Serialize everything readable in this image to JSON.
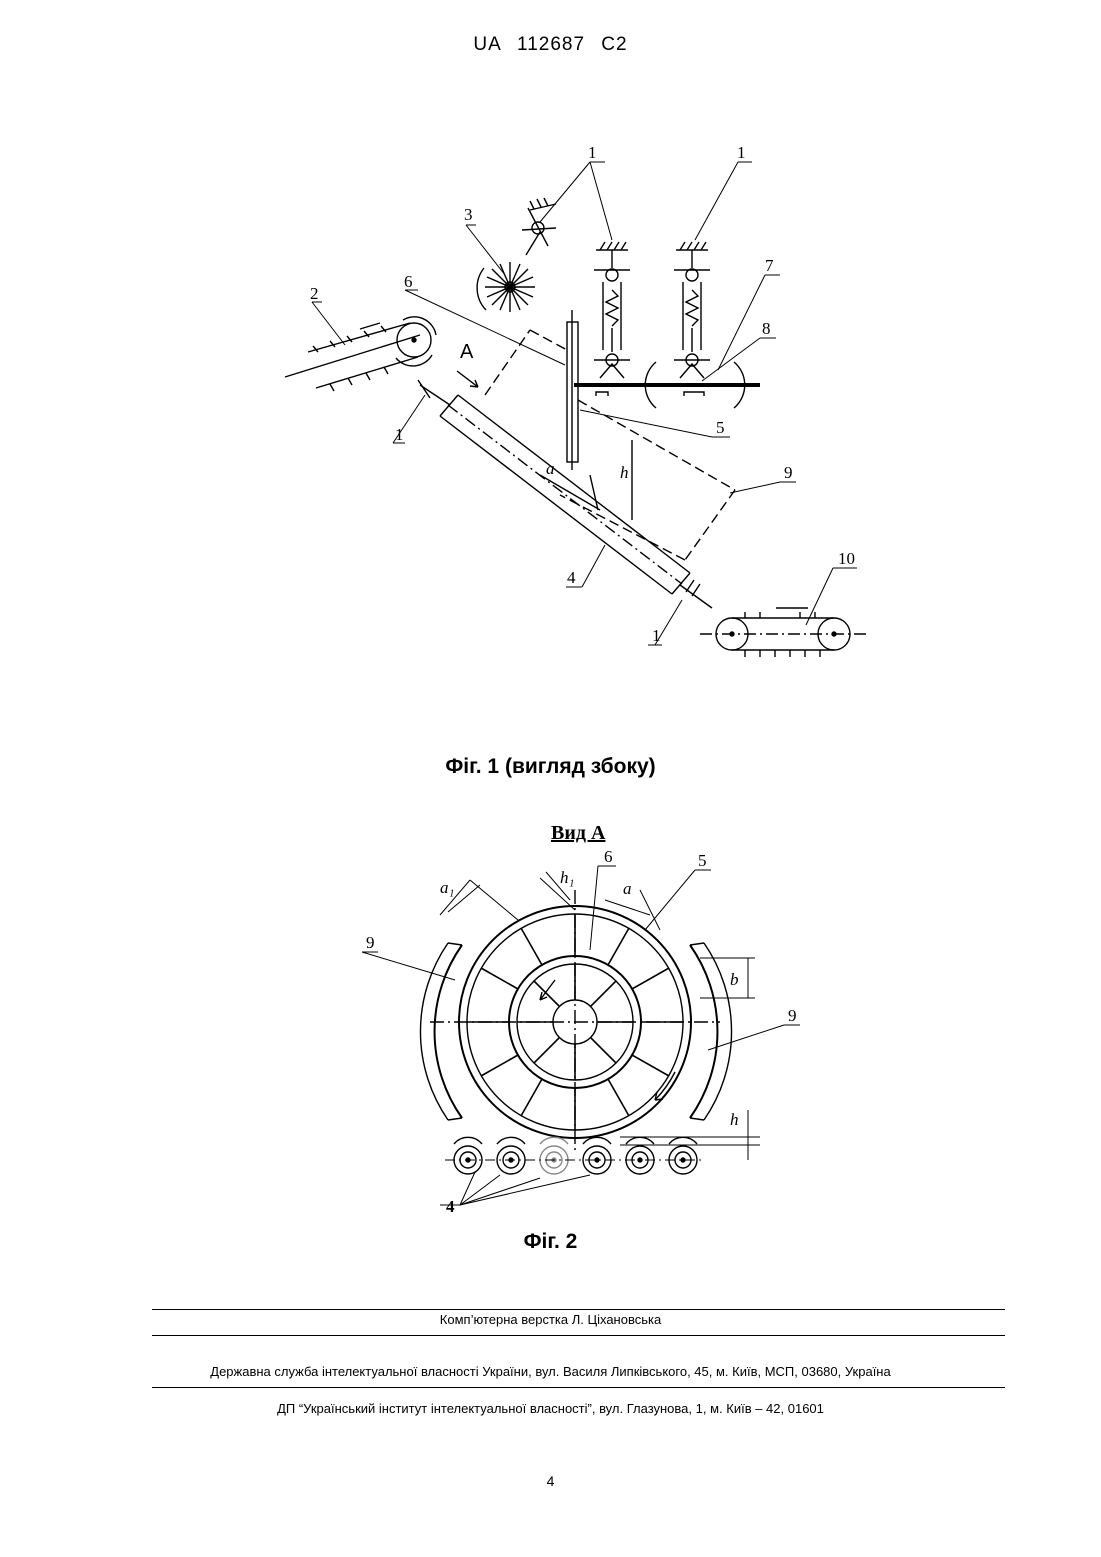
{
  "header": {
    "patent": "UA 112687 C2"
  },
  "figure1": {
    "caption": "Фіг. 1 (вигляд збоку)",
    "labels": {
      "l1a": "1",
      "l1b": "1",
      "l1c": "1",
      "l1d": "1",
      "l2": "2",
      "l3": "3",
      "l4": "4",
      "l5": "5",
      "l6": "6",
      "l7": "7",
      "l8": "8",
      "l9": "9",
      "l10": "10",
      "lA": "A",
      "la": "a",
      "lh": "h"
    }
  },
  "figure2": {
    "view_title": "Вид А",
    "caption": "Фіг. 2",
    "labels": {
      "l4": "4",
      "l5": "5",
      "l6": "6",
      "l9a": "9",
      "l9b": "9",
      "la": "a",
      "la1": "a₁",
      "lh1": "h₁",
      "lb": "b",
      "lh": "h"
    }
  },
  "footer": {
    "line1": "Комп’ютерна верстка Л. Ціхановська",
    "line2": "Державна служба інтелектуальної власності України, вул. Василя Липківського, 45, м. Київ, МСП, 03680, Україна",
    "line3": "ДП “Український інститут інтелектуальної власності”, вул. Глазунова, 1, м. Київ – 42, 01601",
    "page_number": "4"
  }
}
